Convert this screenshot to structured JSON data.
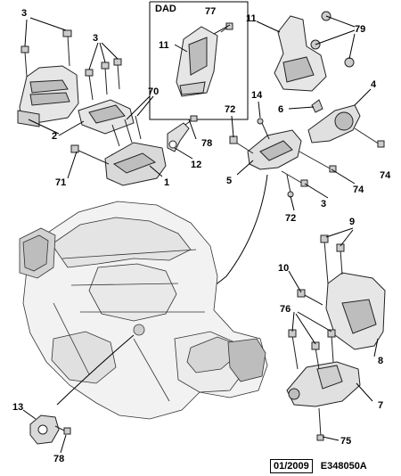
{
  "callouts": {
    "c3_a": "3",
    "c3_b": "3",
    "c3_c": "3",
    "c70": "70",
    "c2": "2",
    "c71": "71",
    "c1": "1",
    "c78_a": "78",
    "c12": "12",
    "c77": "77",
    "c11_a": "11",
    "c11_b": "11",
    "c79": "79",
    "c4": "4",
    "c6": "6",
    "c14": "14",
    "c72_a": "72",
    "c72_b": "72",
    "c5": "5",
    "c74_a": "74",
    "c74_b": "74",
    "c9": "9",
    "c10": "10",
    "c76": "76",
    "c8": "8",
    "c7": "7",
    "c75": "75",
    "c13": "13",
    "c78_b": "78"
  },
  "inset": {
    "label": "DAD"
  },
  "footer": {
    "date": "01/2009",
    "reference": "E348050A"
  },
  "colors": {
    "line": "#000000",
    "part_fill": "#e6e6e6",
    "part_shade": "#bdbdbd",
    "engine_fill": "#f2f2f2"
  }
}
